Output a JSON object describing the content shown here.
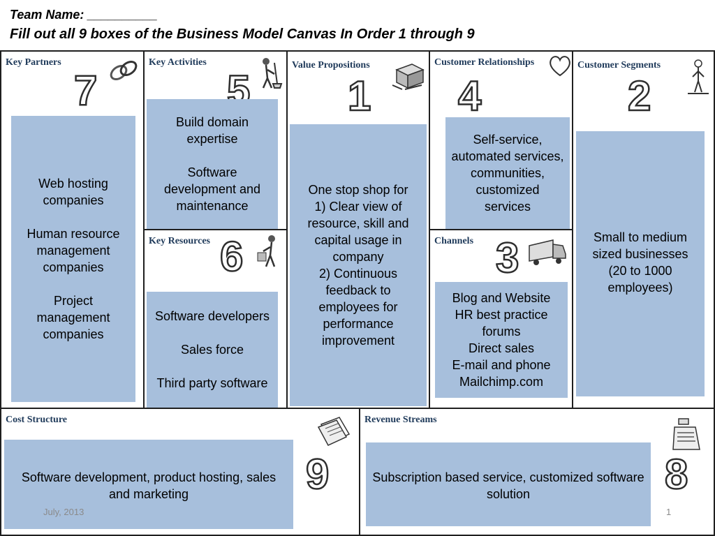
{
  "header": {
    "team_name": "Team Name: __________",
    "instruction": "Fill out all 9 boxes of the Business Model Canvas In Order 1 through 9"
  },
  "canvas": {
    "key_partners": {
      "title": "Key Partners",
      "number": "7",
      "text": "Web hosting companies\n\nHuman resource management companies\n\nProject management companies"
    },
    "key_activities": {
      "title": "Key Activities",
      "number": "5",
      "text": "Build domain expertise\n\nSoftware development and maintenance"
    },
    "key_resources": {
      "title": "Key Resources",
      "number": "6",
      "text": "Software developers\n\nSales force\n\nThird party software"
    },
    "value_propositions": {
      "title": "Value Propositions",
      "number": "1",
      "text": "One stop shop for\n1) Clear view of resource, skill and capital usage in company\n2) Continuous feedback to employees for performance improvement"
    },
    "customer_relationships": {
      "title": "Customer Relationships",
      "number": "4",
      "text": "Self-service, automated services, communities, customized services"
    },
    "channels": {
      "title": "Channels",
      "number": "3",
      "text": "Blog and Website\nHR best practice forums\nDirect sales\nE-mail and phone\nMailchimp.com"
    },
    "customer_segments": {
      "title": "Customer Segments",
      "number": "2",
      "text": "Small to medium sized businesses (20 to 1000 employees)"
    },
    "cost_structure": {
      "title": "Cost Structure",
      "number": "9",
      "text": "Software development, product hosting, sales and marketing"
    },
    "revenue_streams": {
      "title": "Revenue Streams",
      "number": "8",
      "text": "Subscription based service, customized software solution"
    }
  },
  "footer": {
    "date": "July, 2013",
    "page_number": "1"
  },
  "colors": {
    "box_fill": "#a7bfdc",
    "title_text": "#1f3a5a",
    "border": "#1f1f1f"
  },
  "icons": [
    "chain-icon",
    "broom-icon",
    "gift-box-icon",
    "heart-icon",
    "person-icon",
    "worker-icon",
    "truck-icon",
    "paper-stack-icon",
    "cash-register-icon"
  ]
}
